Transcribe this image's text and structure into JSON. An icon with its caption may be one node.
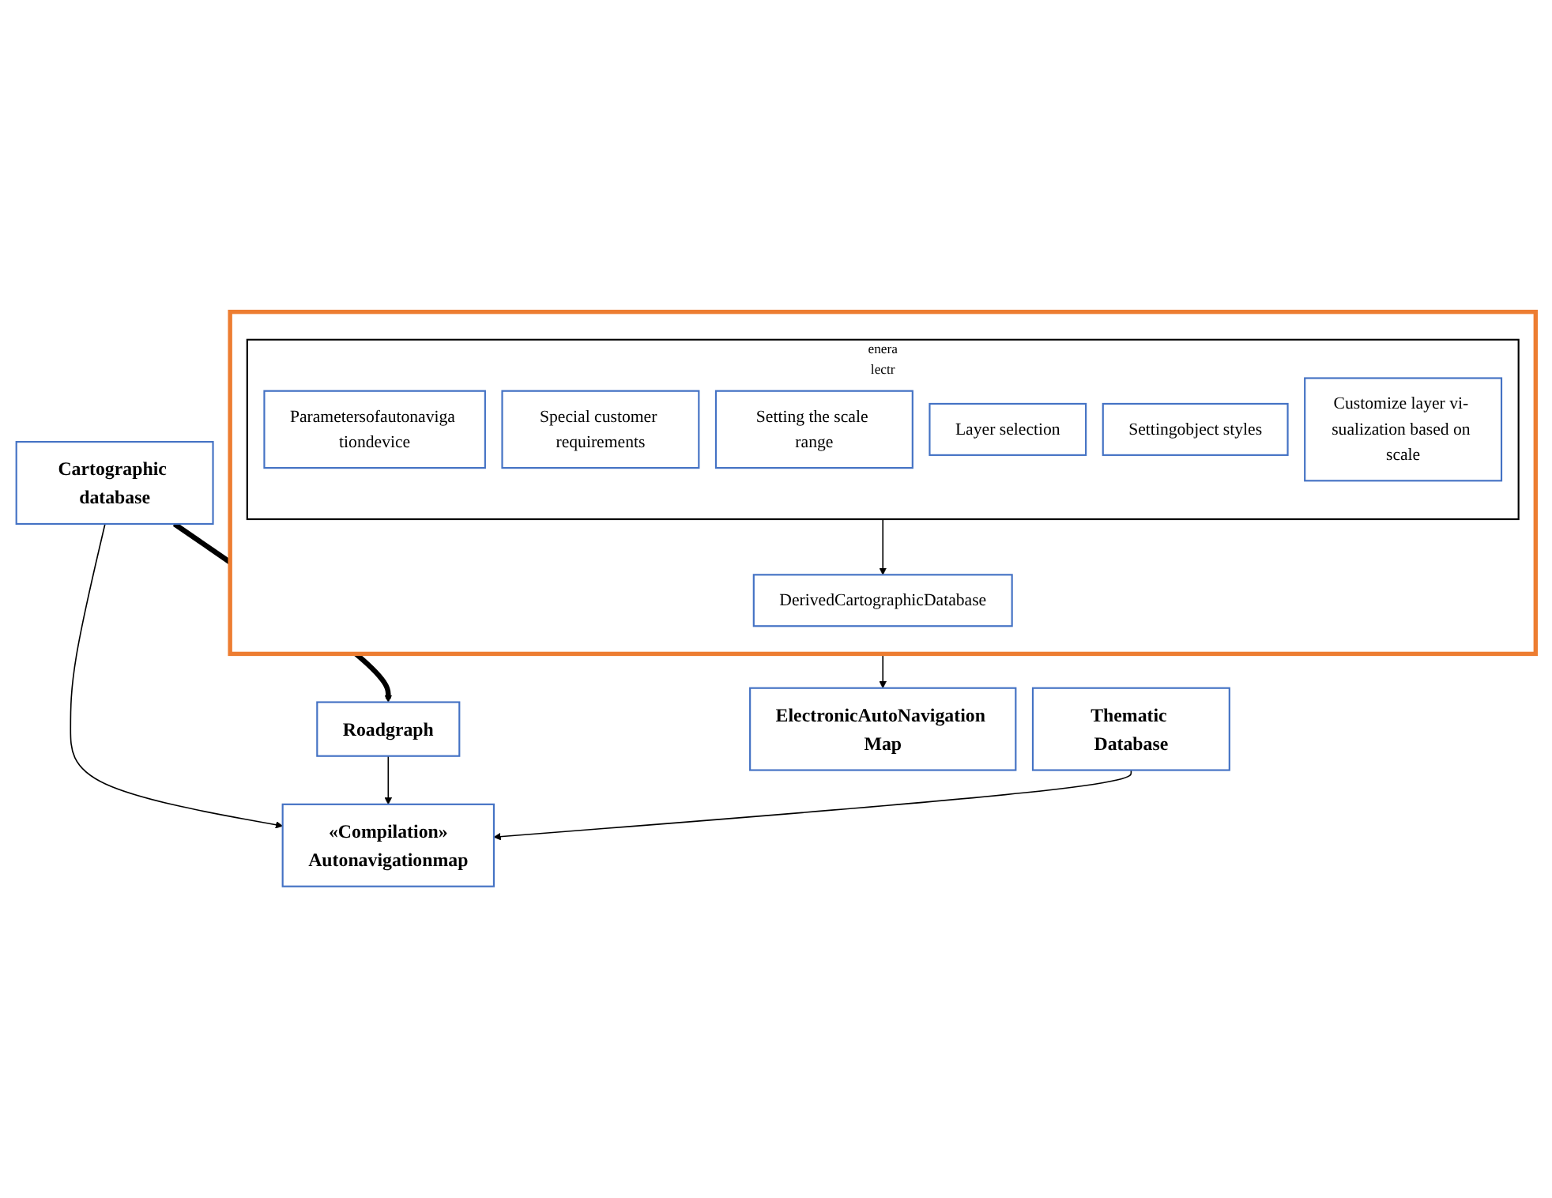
{
  "diagram": {
    "nodes": [
      {
        "text": [
          "Cartographic database"
        ]
      },
      {
        "text": [
          "Roadgraph"
        ]
      },
      {
        "text": [
          "Thematic Database"
        ]
      },
      {
        "text": [
          "«Compilation»",
          "Autonavigationmap"
        ]
      },
      {
        "text": [],
        "shape": "box"
      },
      {
        "text": [
          "enera",
          "lectr"
        ],
        "in": 4
      },
      {
        "text": [
          "Parametersofautonaviga tiondevice"
        ],
        "in": 5
      },
      {
        "text": [
          "Special customer requirements"
        ],
        "in": 5
      },
      {
        "text": [
          "Setting the scale range"
        ],
        "in": 5
      },
      {
        "text": [
          "Layer selection"
        ],
        "in": 5
      },
      {
        "text": [
          "Settingobject styles"
        ],
        "in": 5
      },
      {
        "text": [
          "Customize layer vi- sualization based on scale"
        ],
        "in": 5
      },
      {
        "text": [
          "DerivedCartographicDatabase"
        ],
        "in": 4
      },
      {
        "text": [
          "ElectronicAutoNavigation Map"
        ]
      }
    ],
    "edges": [
      {
        "from": 0,
        "to": 1,
        "arrow": "to",
        "style": "thick"
      },
      {
        "from": 0,
        "to": 3,
        "arrow": "to"
      },
      {
        "from": 1,
        "to": 3,
        "arrow": "to"
      },
      {
        "from": 2,
        "to": 3,
        "arrow": "to"
      },
      {
        "from": 5,
        "to": 12,
        "arrow": "to"
      },
      {
        "from": 4,
        "to": 13,
        "arrow": "to"
      }
    ]
  }
}
